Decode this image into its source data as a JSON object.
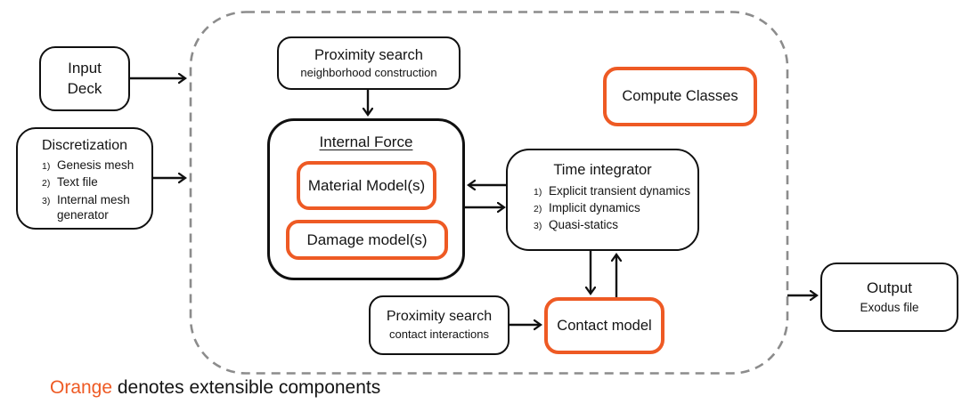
{
  "colors": {
    "extensible_orange": "#EE5A24",
    "node_border_black": "#101010",
    "container_dash_gray": "#8c8c8c",
    "background": "#ffffff"
  },
  "nodes": {
    "input_deck": {
      "line1": "Input",
      "line2": "Deck"
    },
    "discretization": {
      "title": "Discretization",
      "items": [
        {
          "num": "1)",
          "text": "Genesis mesh"
        },
        {
          "num": "2)",
          "text": "Text file"
        },
        {
          "num": "3)",
          "text": "Internal mesh generator"
        }
      ]
    },
    "proximity_search_top": {
      "title": "Proximity search",
      "subtitle": "neighborhood construction"
    },
    "internal_force": {
      "title": "Internal Force"
    },
    "material_model": {
      "label": "Material Model(s)"
    },
    "damage_model": {
      "label": "Damage model(s)"
    },
    "compute_classes": {
      "label": "Compute Classes"
    },
    "time_integrator": {
      "title": "Time integrator",
      "items": [
        {
          "num": "1)",
          "text": "Explicit transient dynamics"
        },
        {
          "num": "2)",
          "text": "Implicit dynamics"
        },
        {
          "num": "3)",
          "text": "Quasi-statics"
        }
      ]
    },
    "proximity_search_bottom": {
      "title": "Proximity search",
      "subtitle": "contact interactions"
    },
    "contact_model": {
      "label": "Contact model"
    },
    "output": {
      "title": "Output",
      "subtitle": "Exodus file"
    }
  },
  "legend": {
    "highlight": "Orange",
    "rest": " denotes extensible components"
  }
}
